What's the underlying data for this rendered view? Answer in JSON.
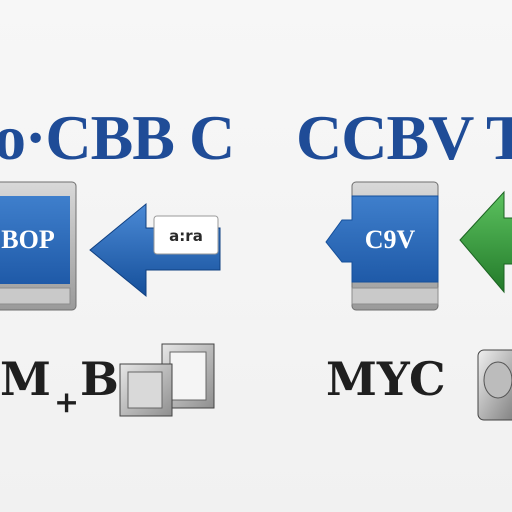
{
  "left": {
    "headline": "o·CBB C",
    "card_label": "BOP",
    "tag_text": "a:ra",
    "caption": "M",
    "caption_b": "B",
    "caption_plus": "+",
    "arrow_color": "#1c5fb0",
    "card_color": "#2f6fbe"
  },
  "right": {
    "headline": "CCBV T",
    "card_label": "C9V",
    "caption": "MYC",
    "arrow_color": "#2f9a3a",
    "card_color": "#2f6fbe"
  }
}
